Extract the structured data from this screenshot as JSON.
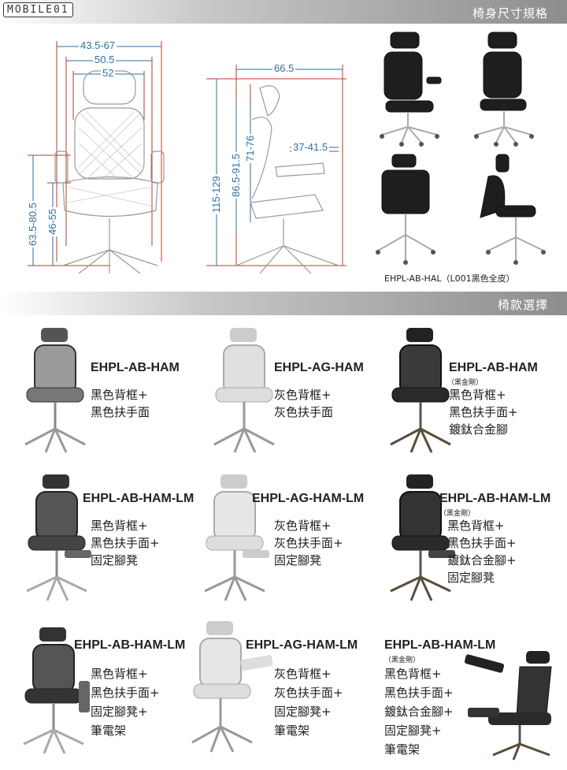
{
  "header": {
    "logo_text": "MOBILE01",
    "section_title": "椅身尺寸規格"
  },
  "dimensions": {
    "width_range": "43.5-67",
    "seat_width": "50.5",
    "back_width": "52",
    "seat_height": "63.5-80.5",
    "armrest_height": "46-55",
    "depth": "66.5",
    "total_height": "115-129",
    "back_height": "86.5-91.5",
    "headrest_height": "71-76",
    "arm_depth": "37-41.5"
  },
  "photo_caption": "EHPL-AB-HAL（L001黑色全皮）",
  "section2_title": "椅款選擇",
  "colors": {
    "dim": "#2f6fa5",
    "guide": "#c0392b",
    "frame_black": "#222222",
    "frame_gray": "#b8b8b8"
  },
  "models": [
    {
      "name": "EHPL-AB-HAM",
      "sub": "",
      "lines": [
        "黑色背框+",
        "黑色扶手面"
      ]
    },
    {
      "name": "EHPL-AG-HAM",
      "sub": "",
      "lines": [
        "灰色背框+",
        "灰色扶手面"
      ]
    },
    {
      "name": "EHPL-AB-HAM",
      "sub": "（黑金剛）",
      "lines": [
        "黑色背框+",
        "黑色扶手面+",
        "鍍鈦合金腳"
      ]
    },
    {
      "name": "EHPL-AB-HAM-LM",
      "sub": "",
      "lines": [
        "黑色背框+",
        "黑色扶手面+",
        "固定腳凳"
      ]
    },
    {
      "name": "EHPL-AG-HAM-LM",
      "sub": "",
      "lines": [
        "灰色背框+",
        "灰色扶手面+",
        "固定腳凳"
      ]
    },
    {
      "name": "EHPL-AB-HAM-LM",
      "sub": "（黑金剛）",
      "lines": [
        "黑色背框+",
        "黑色扶手面+",
        "鍍鈦合金腳+",
        "固定腳凳"
      ]
    },
    {
      "name": "EHPL-AB-HAM-LM",
      "sub": "",
      "lines": [
        "黑色背框+",
        "黑色扶手面+",
        "固定腳凳+",
        "筆電架"
      ]
    },
    {
      "name": "EHPL-AG-HAM-LM",
      "sub": "",
      "lines": [
        "灰色背框+",
        "灰色扶手面+",
        "固定腳凳+",
        "筆電架"
      ]
    },
    {
      "name": "EHPL-AB-HAM-LM",
      "sub": "（黑金剛）",
      "lines": [
        "黑色背框+",
        "黑色扶手面+",
        "鍍鈦合金腳+",
        "固定腳凳+",
        "筆電架"
      ]
    }
  ]
}
